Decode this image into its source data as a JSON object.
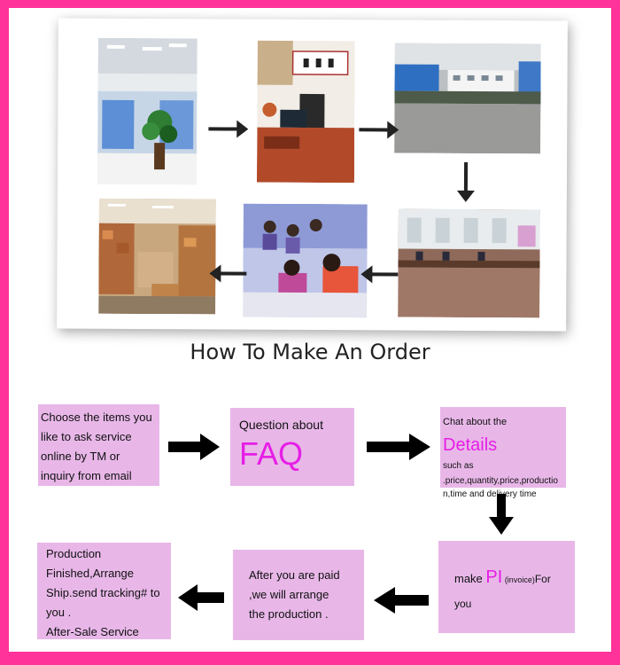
{
  "heading": "How To Make An Order",
  "photos": {
    "office": "office interior",
    "desk": "manager desk",
    "factory": "factory exterior",
    "workshop": "production workshop",
    "workers": "assembly workers",
    "warehouse": "warehouse"
  },
  "steps": {
    "step1": [
      "Choose the items you",
      "like to ask service",
      "online by TM or",
      "inquiry from email"
    ],
    "step2": {
      "line1": "Question about",
      "big": "FAQ"
    },
    "step3": {
      "prefix": "Chat about the ",
      "big": "Details",
      "lines": [
        "such as",
        ".price,quantity,price,productio",
        "n,time and delivery time"
      ]
    },
    "step4": {
      "pre": "make ",
      "big": "PI",
      "small": " (invoice)",
      "post": "For",
      "line2": "you"
    },
    "step5": [
      "After you are paid",
      ",we will arrange",
      "the production ."
    ],
    "step6": [
      "Production",
      "Finished,Arrange",
      "Ship.send tracking# to",
      "you .",
      "After-Sale Service"
    ]
  },
  "colors": {
    "background": "#ff3399",
    "box": "#e8b7e8",
    "accent": "#e61ee6"
  }
}
